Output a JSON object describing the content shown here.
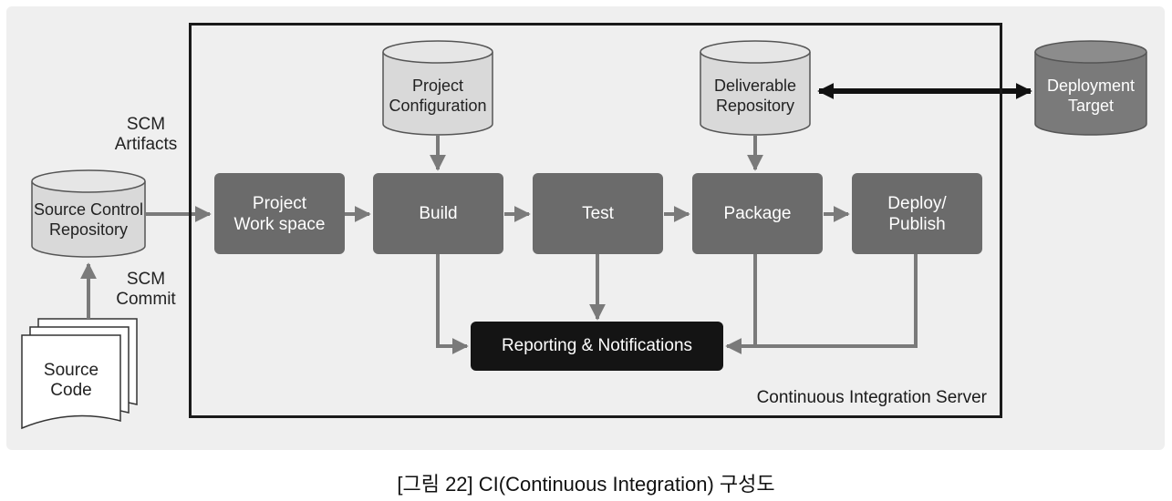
{
  "server_label": "Continuous Integration Server",
  "caption": "[그림 22] CI(Continuous Integration) 구성도",
  "stages": {
    "workspace": "Project\nWork space",
    "build": "Build",
    "test": "Test",
    "package": "Package",
    "deploy": "Deploy/\nPublish"
  },
  "reporting": "Reporting & Notifications",
  "repos": {
    "source_control": "Source Control\nRepository",
    "project_config": "Project\nConfiguration",
    "deliverable": "Deliverable\nRepository",
    "deployment_target": "Deployment\nTarget"
  },
  "labels": {
    "scm_artifacts": "SCM\nArtifacts",
    "scm_commit": "SCM\nCommit",
    "source_code": "Source\nCode"
  },
  "colors": {
    "stage_fill": "#6b6b6b",
    "reporting_fill": "#141414",
    "cylinder_light": "#d9d9d9",
    "cylinder_dark": "#7a7a7a",
    "arrow": "#7a7a7a"
  }
}
